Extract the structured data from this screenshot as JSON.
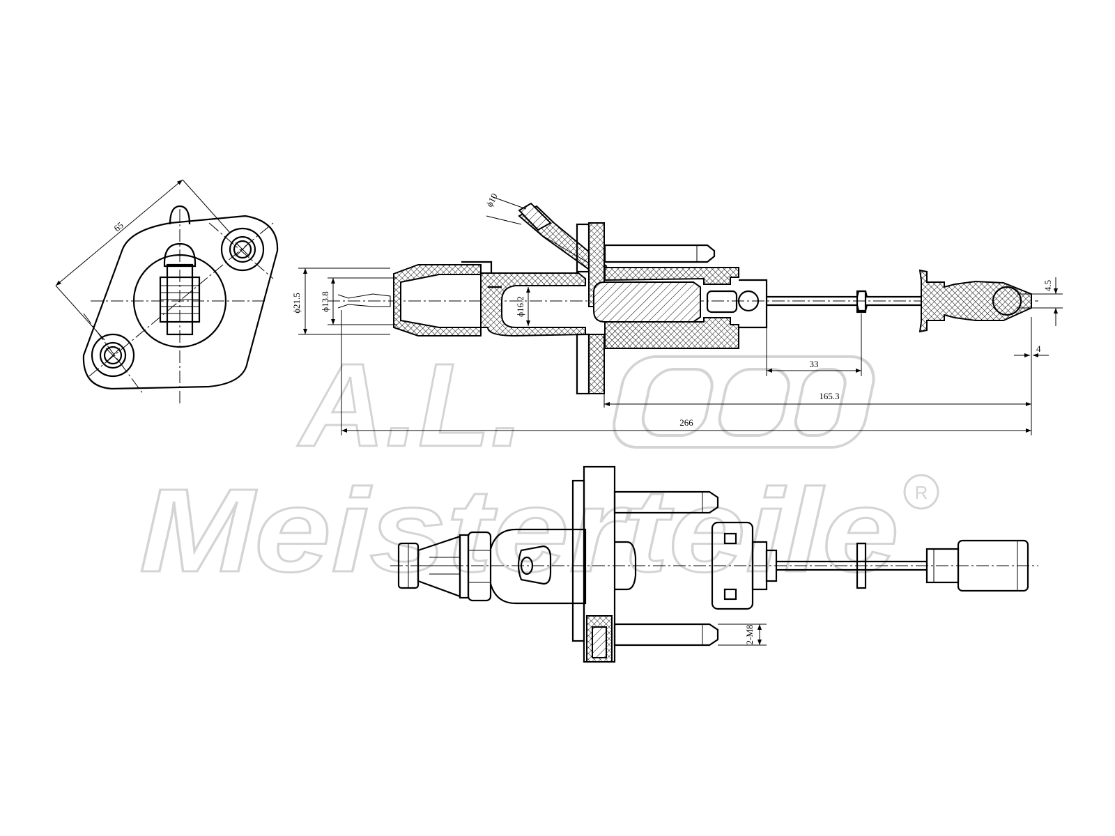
{
  "watermark": {
    "brand_top": "A.L.",
    "brand_bottom": "Meisterteile",
    "registered_mark": "R"
  },
  "dimensions": {
    "flange_bolt_spacing": "65",
    "outlet_diameter": "ϕ10",
    "body_diameter": "ϕ21.5",
    "inlet_diameter": "ϕ13.8",
    "bore_diameter": "ϕ16.2",
    "clip_offset": "4.5",
    "clip_width": "4",
    "stroke_length": "33",
    "rod_length": "165.3",
    "total_length": "266",
    "mount_bolts": "2-M8"
  },
  "colors": {
    "line": "#000000",
    "watermark": "#d4d4d4",
    "background": "#ffffff"
  }
}
